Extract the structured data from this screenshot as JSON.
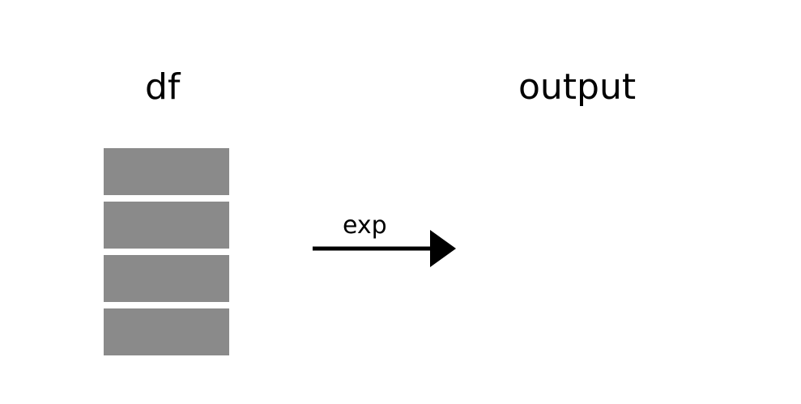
{
  "diagram": {
    "input_label": "df",
    "output_label": "output",
    "arrow_label": "exp",
    "input_rows": 4,
    "colors": {
      "row_fill": "#8a8a8a",
      "arrow": "#000000",
      "text": "#000000",
      "background": "#ffffff"
    }
  }
}
